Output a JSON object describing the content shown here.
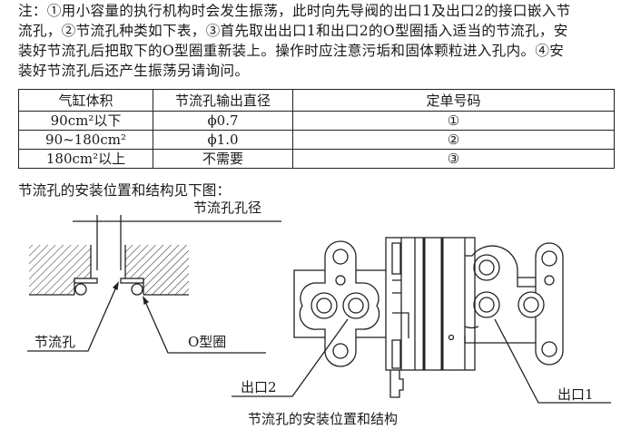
{
  "note": {
    "lines": [
      "注：①用小容量的执行机构时会发生振荡，此时向先导阀的出口1及出口2的接口嵌入节",
      "流孔，②节流孔种类如下表，③首先取出出口1和出口2的O型圈插入适当的节流孔，安",
      "装好节流孔后把取下的O型圈重新装上。操作时应注意污垢和固体颗粒进入孔内。④安",
      "装好节流孔后还产生振荡另请询问。"
    ]
  },
  "table": {
    "headers": [
      "气缸体积",
      "节流孔输出直径",
      "定单号码"
    ],
    "rows": [
      [
        "90cm²以下",
        "ϕ0.7",
        "①"
      ],
      [
        "90~180cm²",
        "ϕ1.0",
        "②"
      ],
      [
        "180cm²以上",
        "不需要",
        "③"
      ]
    ]
  },
  "intro_caption": "节流孔的安装位置和结构见下图：",
  "diagram": {
    "label_orifice_diameter": "节流孔孔径",
    "label_orifice": "节流孔",
    "label_oring": "O型圈",
    "label_port2": "出口2",
    "label_port1": "出口1",
    "caption": "节流孔的安装位置和结构"
  }
}
